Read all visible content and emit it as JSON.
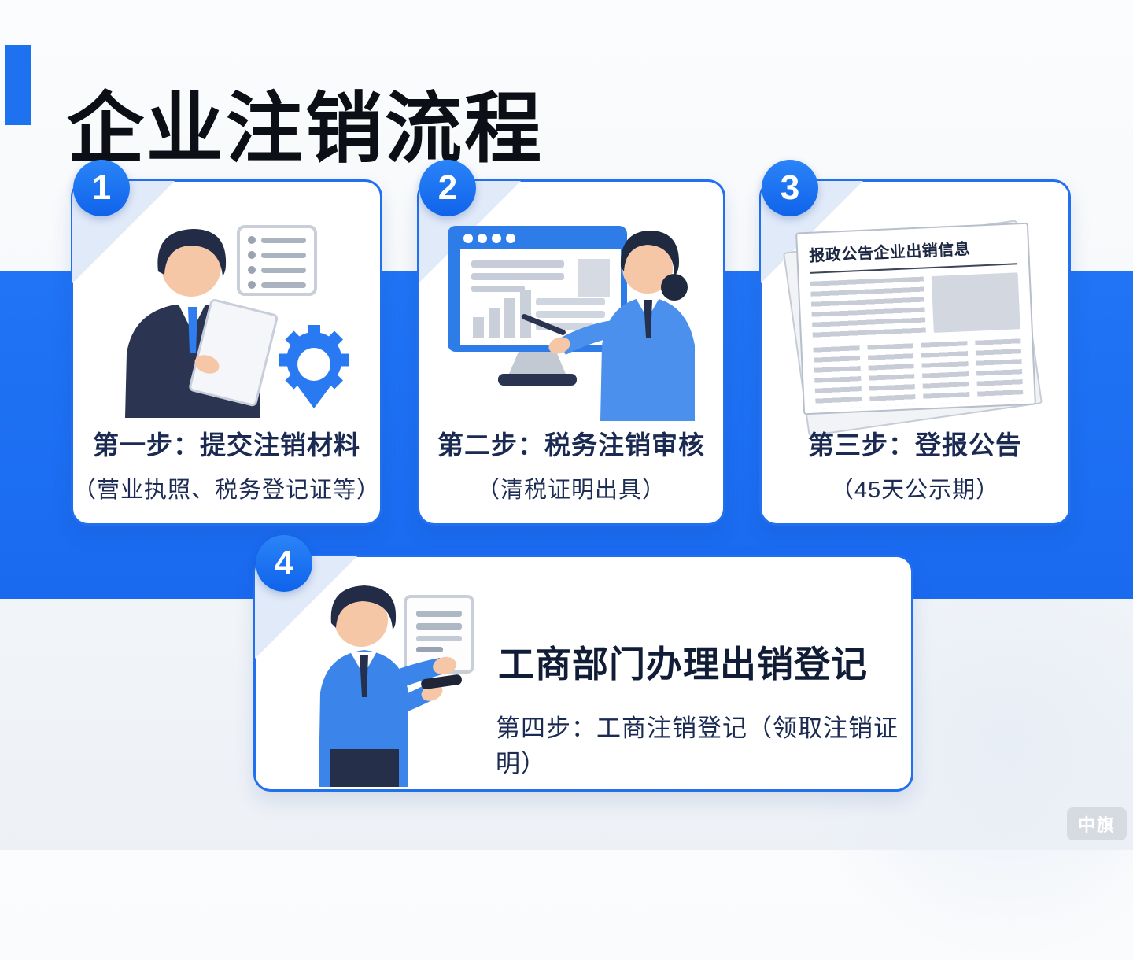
{
  "page": {
    "title": "企业注销流程",
    "watermark": "中旗"
  },
  "steps": [
    {
      "number": "1",
      "label": "第一步：提交注销材料",
      "sublabel": "（营业执照、税务登记证等）"
    },
    {
      "number": "2",
      "label": "第二步：税务注销审核",
      "sublabel": "（清税证明出具）"
    },
    {
      "number": "3",
      "label": "第三步：登报公告",
      "sublabel": "（45天公示期）"
    }
  ],
  "step4": {
    "number": "4",
    "title": "工商部门办理出销登记",
    "label": "第四步：工商注销登记（领取注销证明）"
  },
  "newspaper": {
    "headline": "报政公告企业出销信息"
  },
  "colors": {
    "band_blue": "#1a6af0",
    "badge_blue": "#0f63ea",
    "card_border": "#2070f0",
    "accent_bar": "#1e72f0",
    "text_navy": "#1b2a52",
    "title_black": "#0c1016"
  }
}
